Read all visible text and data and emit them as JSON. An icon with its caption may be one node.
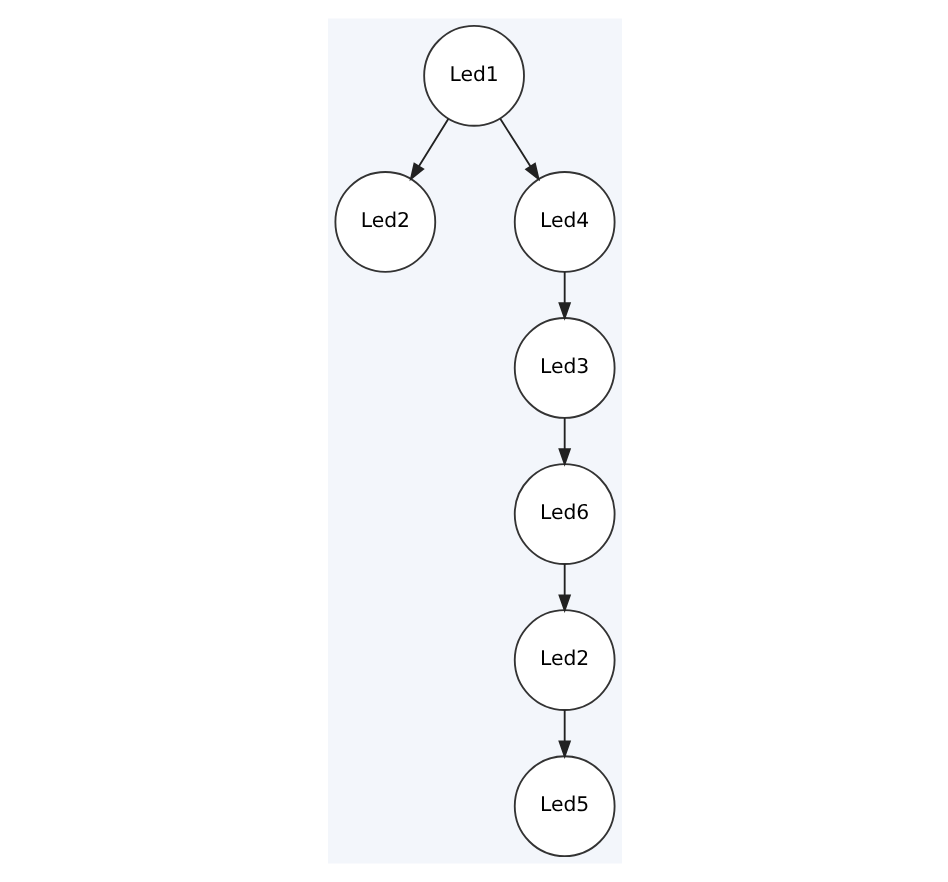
{
  "diagram": {
    "nodes": [
      {
        "text": [
          "Led1"
        ]
      },
      {
        "text": [
          "Led2"
        ]
      },
      {
        "text": [
          "Led4"
        ]
      },
      {
        "text": [
          "Led3"
        ]
      },
      {
        "text": [
          "Led5"
        ]
      },
      {
        "text": [
          "Led6"
        ]
      },
      {
        "text": [
          "Led2"
        ]
      }
    ],
    "edges": [
      {
        "from": 0,
        "to": 1,
        "arrow": "to"
      },
      {
        "from": 0,
        "to": 2,
        "arrow": "to"
      },
      {
        "from": 2,
        "to": 3,
        "arrow": "to"
      },
      {
        "from": 3,
        "to": 5,
        "arrow": "to"
      },
      {
        "from": 5,
        "to": 6,
        "arrow": "to"
      },
      {
        "from": 6,
        "to": 4,
        "arrow": "to"
      }
    ]
  }
}
